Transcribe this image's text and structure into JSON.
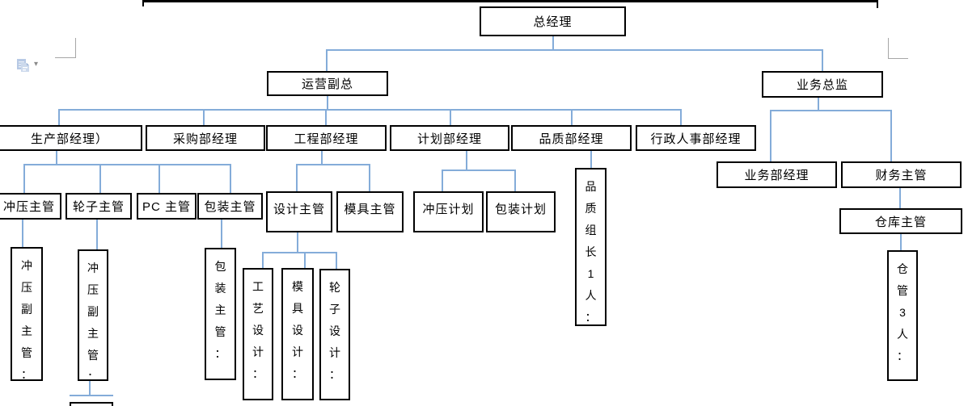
{
  "document": {
    "kind": "word-org-chart-fragment",
    "title": ""
  },
  "colors": {
    "connector_blue": "#84acd9",
    "box_border": "#000000",
    "box_fill": "#ffffff",
    "crop_mark_gray": "#a6a6a6",
    "paste_icon_blue": "#b7c9e5"
  },
  "icons": {
    "paste_options": "clipboard-document-icon",
    "dropdown_glyph": "▾"
  },
  "nodes": {
    "gm": {
      "label": "总经理"
    },
    "vp_ops": {
      "label": "运营副总"
    },
    "dir_biz": {
      "label": "业务总监"
    },
    "mgr_prod": {
      "label": "生产部经理）"
    },
    "mgr_purch": {
      "label": "采购部经理"
    },
    "mgr_eng": {
      "label": "工程部经理"
    },
    "mgr_plan": {
      "label": "计划部经理"
    },
    "mgr_qc": {
      "label": "品质部经理"
    },
    "mgr_admin_hr": {
      "label": "行政人事部经理"
    },
    "sup_stamping": {
      "label": "冲压主管"
    },
    "sup_wheel": {
      "label": "轮子主管"
    },
    "sup_pc": {
      "label": "PC 主管"
    },
    "sup_packing": {
      "label": "包装主管"
    },
    "sup_design": {
      "label": "设计主管"
    },
    "sup_mold": {
      "label": "模具主管"
    },
    "plan_stamping": {
      "label": "冲压计划"
    },
    "plan_packing": {
      "label": "包装计划"
    },
    "qc_leader": {
      "label": "品质组长1人："
    },
    "mgr_sales": {
      "label": "业务部经理"
    },
    "sup_finance": {
      "label": "财务主管"
    },
    "sup_warehouse": {
      "label": "仓库主管"
    },
    "dep_stamping_1": {
      "label": "冲压副主管："
    },
    "dep_stamping_2": {
      "label": "冲压副主管："
    },
    "v_packing": {
      "label": "包装主管："
    },
    "design_process": {
      "label": "工艺设计："
    },
    "design_mold": {
      "label": "模具设计："
    },
    "design_wheel": {
      "label": "轮子设计："
    },
    "warehouse_staff": {
      "label": "仓管3人："
    }
  }
}
